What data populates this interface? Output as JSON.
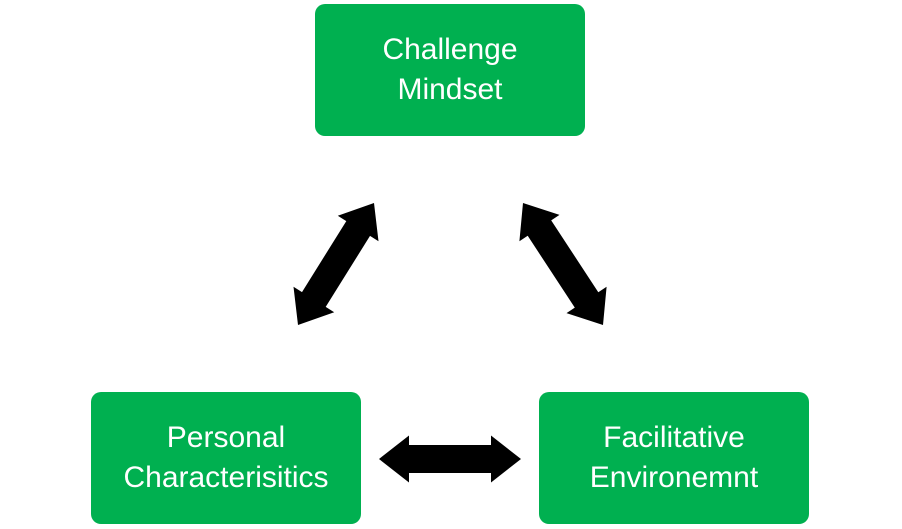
{
  "theme": {
    "node_fill": "#00b050",
    "node_text": "#ffffff",
    "arrow_fill": "#000000"
  },
  "nodes": {
    "top": {
      "line1": "Challenge",
      "line2": "Mindset"
    },
    "left": {
      "line1": "Personal",
      "line2": "Characterisitics"
    },
    "right": {
      "line1": "Facilitative",
      "line2": "Environemnt"
    }
  },
  "connections": [
    {
      "from": "top",
      "to": "left",
      "type": "bidirectional"
    },
    {
      "from": "top",
      "to": "right",
      "type": "bidirectional"
    },
    {
      "from": "left",
      "to": "right",
      "type": "bidirectional"
    }
  ]
}
